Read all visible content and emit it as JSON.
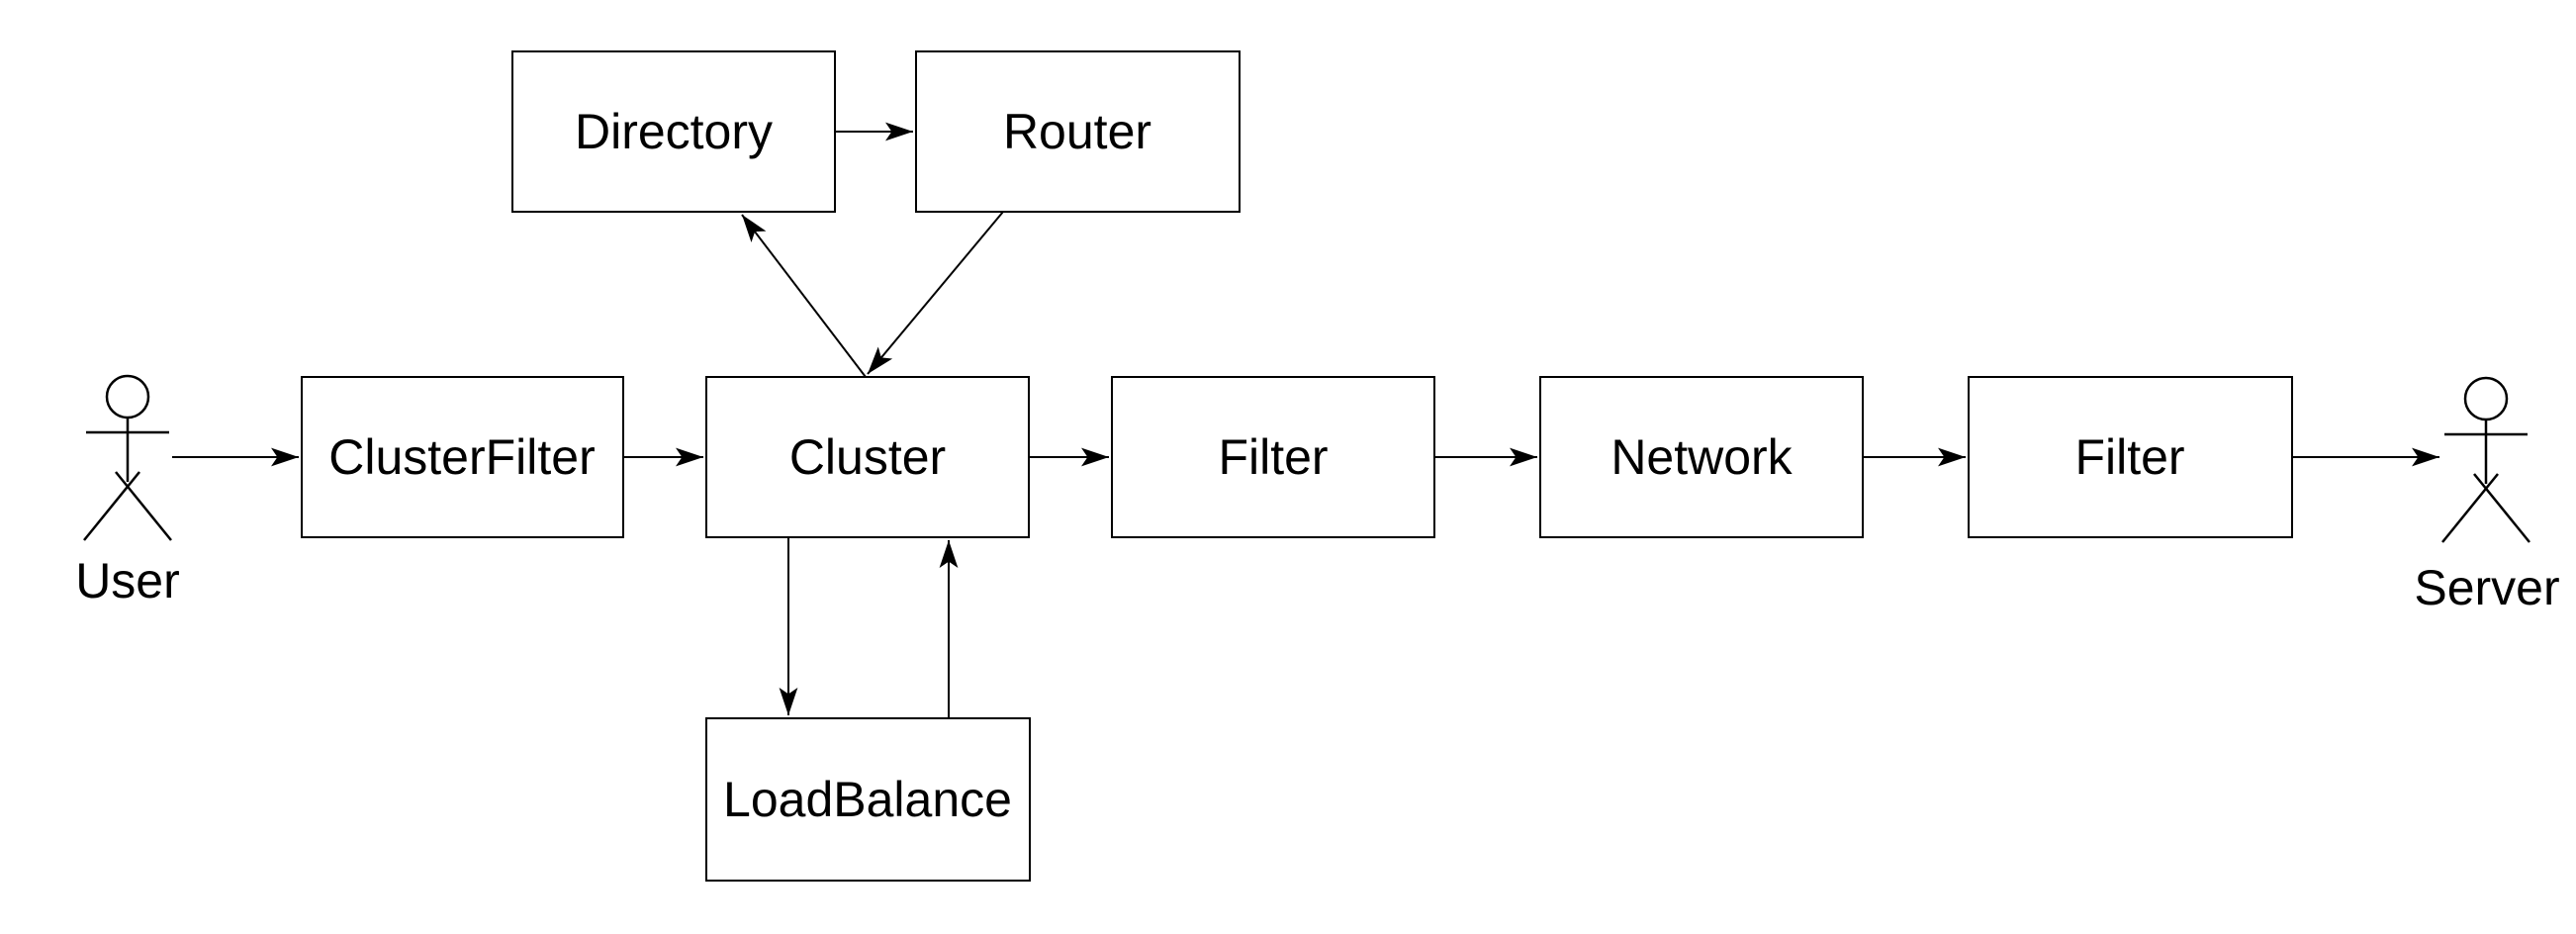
{
  "diagram": {
    "background_color": "#ffffff",
    "line_color": "#000000",
    "text_color": "#000000",
    "actors": [
      {
        "id": "user",
        "label": "User"
      },
      {
        "id": "server",
        "label": "Server"
      }
    ],
    "nodes": [
      {
        "id": "directory",
        "label": "Directory"
      },
      {
        "id": "router",
        "label": "Router"
      },
      {
        "id": "cluster-filter",
        "label": "ClusterFilter"
      },
      {
        "id": "cluster",
        "label": "Cluster"
      },
      {
        "id": "filter-1",
        "label": "Filter"
      },
      {
        "id": "network",
        "label": "Network"
      },
      {
        "id": "filter-2",
        "label": "Filter"
      },
      {
        "id": "load-balance",
        "label": "LoadBalance"
      }
    ],
    "edges": [
      {
        "from": "User",
        "to": "ClusterFilter"
      },
      {
        "from": "ClusterFilter",
        "to": "Cluster"
      },
      {
        "from": "Cluster",
        "to": "Filter"
      },
      {
        "from": "Filter",
        "to": "Network"
      },
      {
        "from": "Network",
        "to": "Filter"
      },
      {
        "from": "Filter",
        "to": "Server"
      },
      {
        "from": "Directory",
        "to": "Router"
      },
      {
        "from": "Cluster",
        "to": "Directory"
      },
      {
        "from": "Router",
        "to": "Cluster"
      },
      {
        "from": "Cluster",
        "to": "LoadBalance"
      },
      {
        "from": "LoadBalance",
        "to": "Cluster"
      }
    ]
  }
}
